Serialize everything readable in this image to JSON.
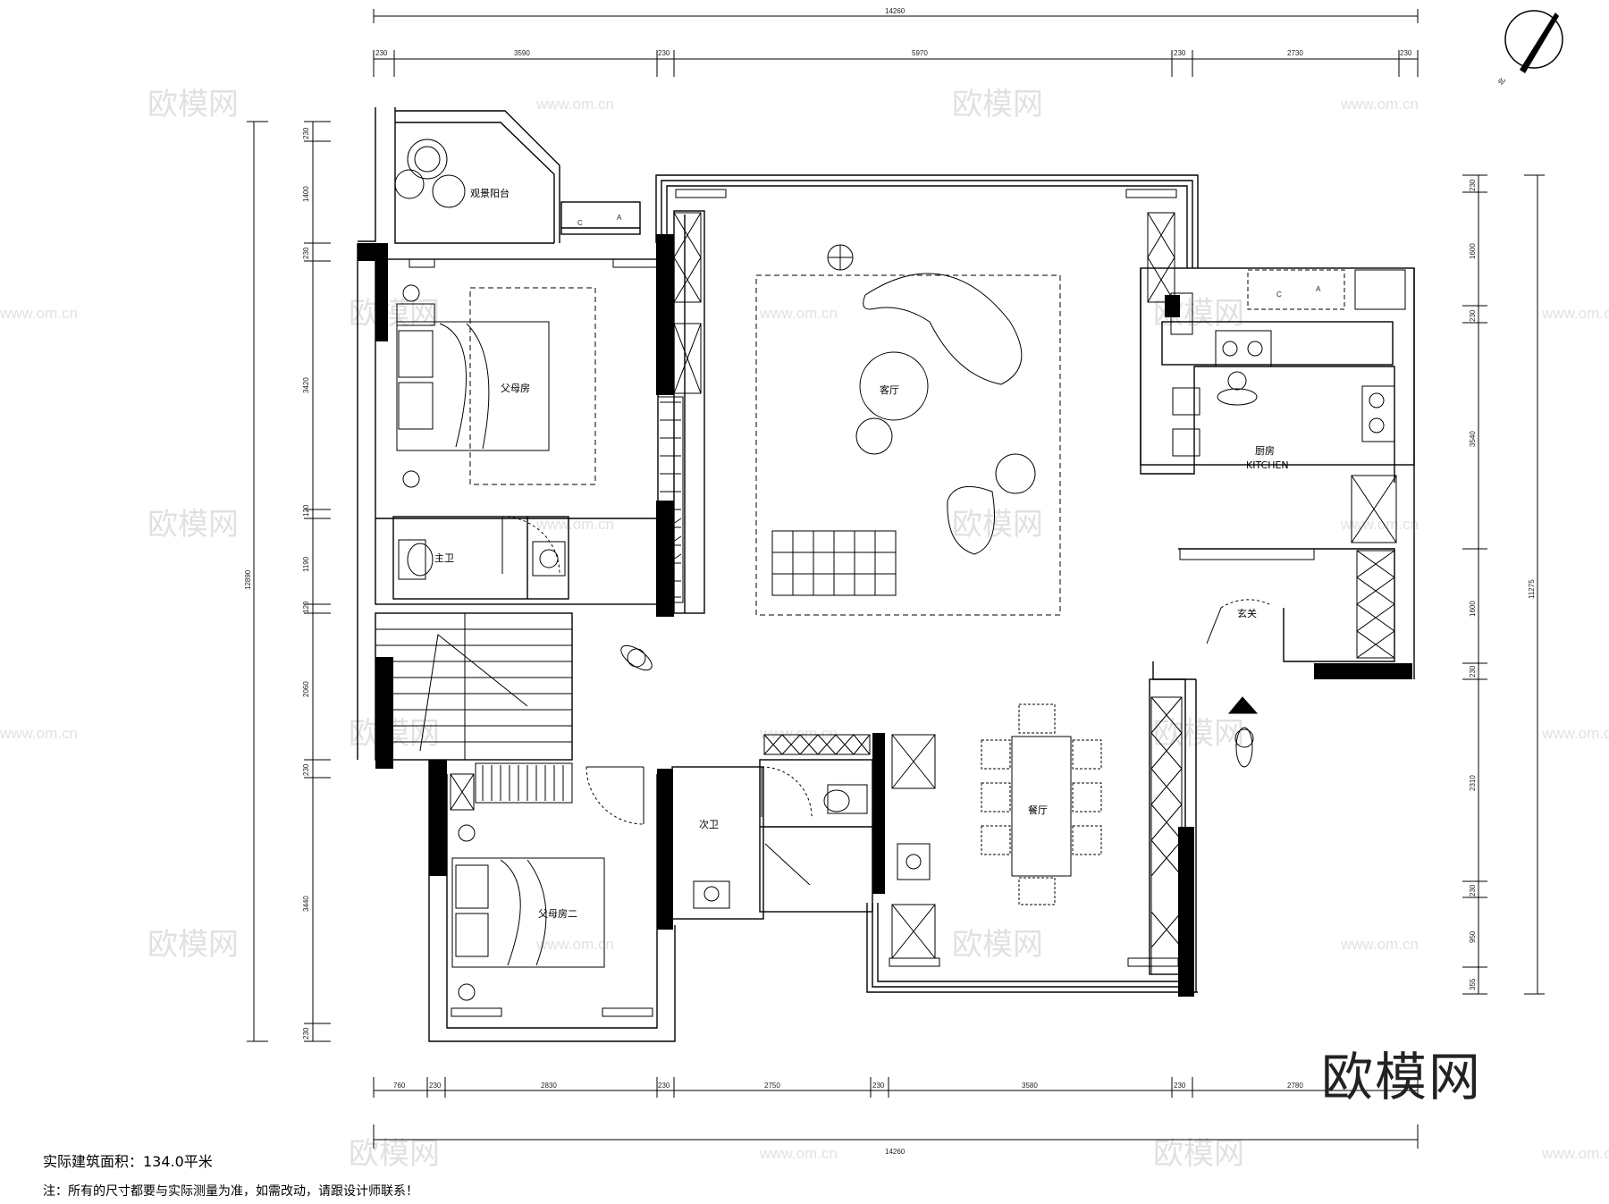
{
  "watermark": {
    "brand": "欧模网",
    "url": "www.om.cn",
    "corner": "欧模网"
  },
  "dimensions": {
    "top_total": "14260",
    "top_parts": [
      "230",
      "3590",
      "230",
      "5970",
      "230",
      "2730",
      "230"
    ],
    "bottom_parts": [
      "760",
      "230",
      "2830",
      "230",
      "2750",
      "230",
      "3580",
      "230",
      "2780"
    ],
    "bottom_total": "14260",
    "left_total": "12890",
    "left_parts": [
      "230",
      "1400",
      "230",
      "3420",
      "120",
      "1190",
      "120",
      "2060",
      "230",
      "3440",
      "230"
    ],
    "right_total": "11275",
    "right_parts": [
      "230",
      "1600",
      "230",
      "3540",
      "1600",
      "230",
      "2310",
      "230",
      "950",
      "355"
    ]
  },
  "rooms": {
    "balcony": "观景阳台",
    "master_bedroom": "父母房",
    "master_bath": "主卫",
    "living": "客厅",
    "kitchen": "厨房",
    "kitchen_en": "KITCHEN",
    "entry": "玄关",
    "dining": "餐厅",
    "second_bath": "次卫",
    "second_bedroom": "父母房二"
  },
  "appliance_labels": {
    "ac_c": "C",
    "ac_a": "A"
  },
  "compass": {
    "label": "北"
  },
  "notes": {
    "area": "实际建筑面积：134.0平米",
    "remark": "注：所有的尺寸都要与实际测量为准，如需改动，请跟设计师联系！"
  }
}
